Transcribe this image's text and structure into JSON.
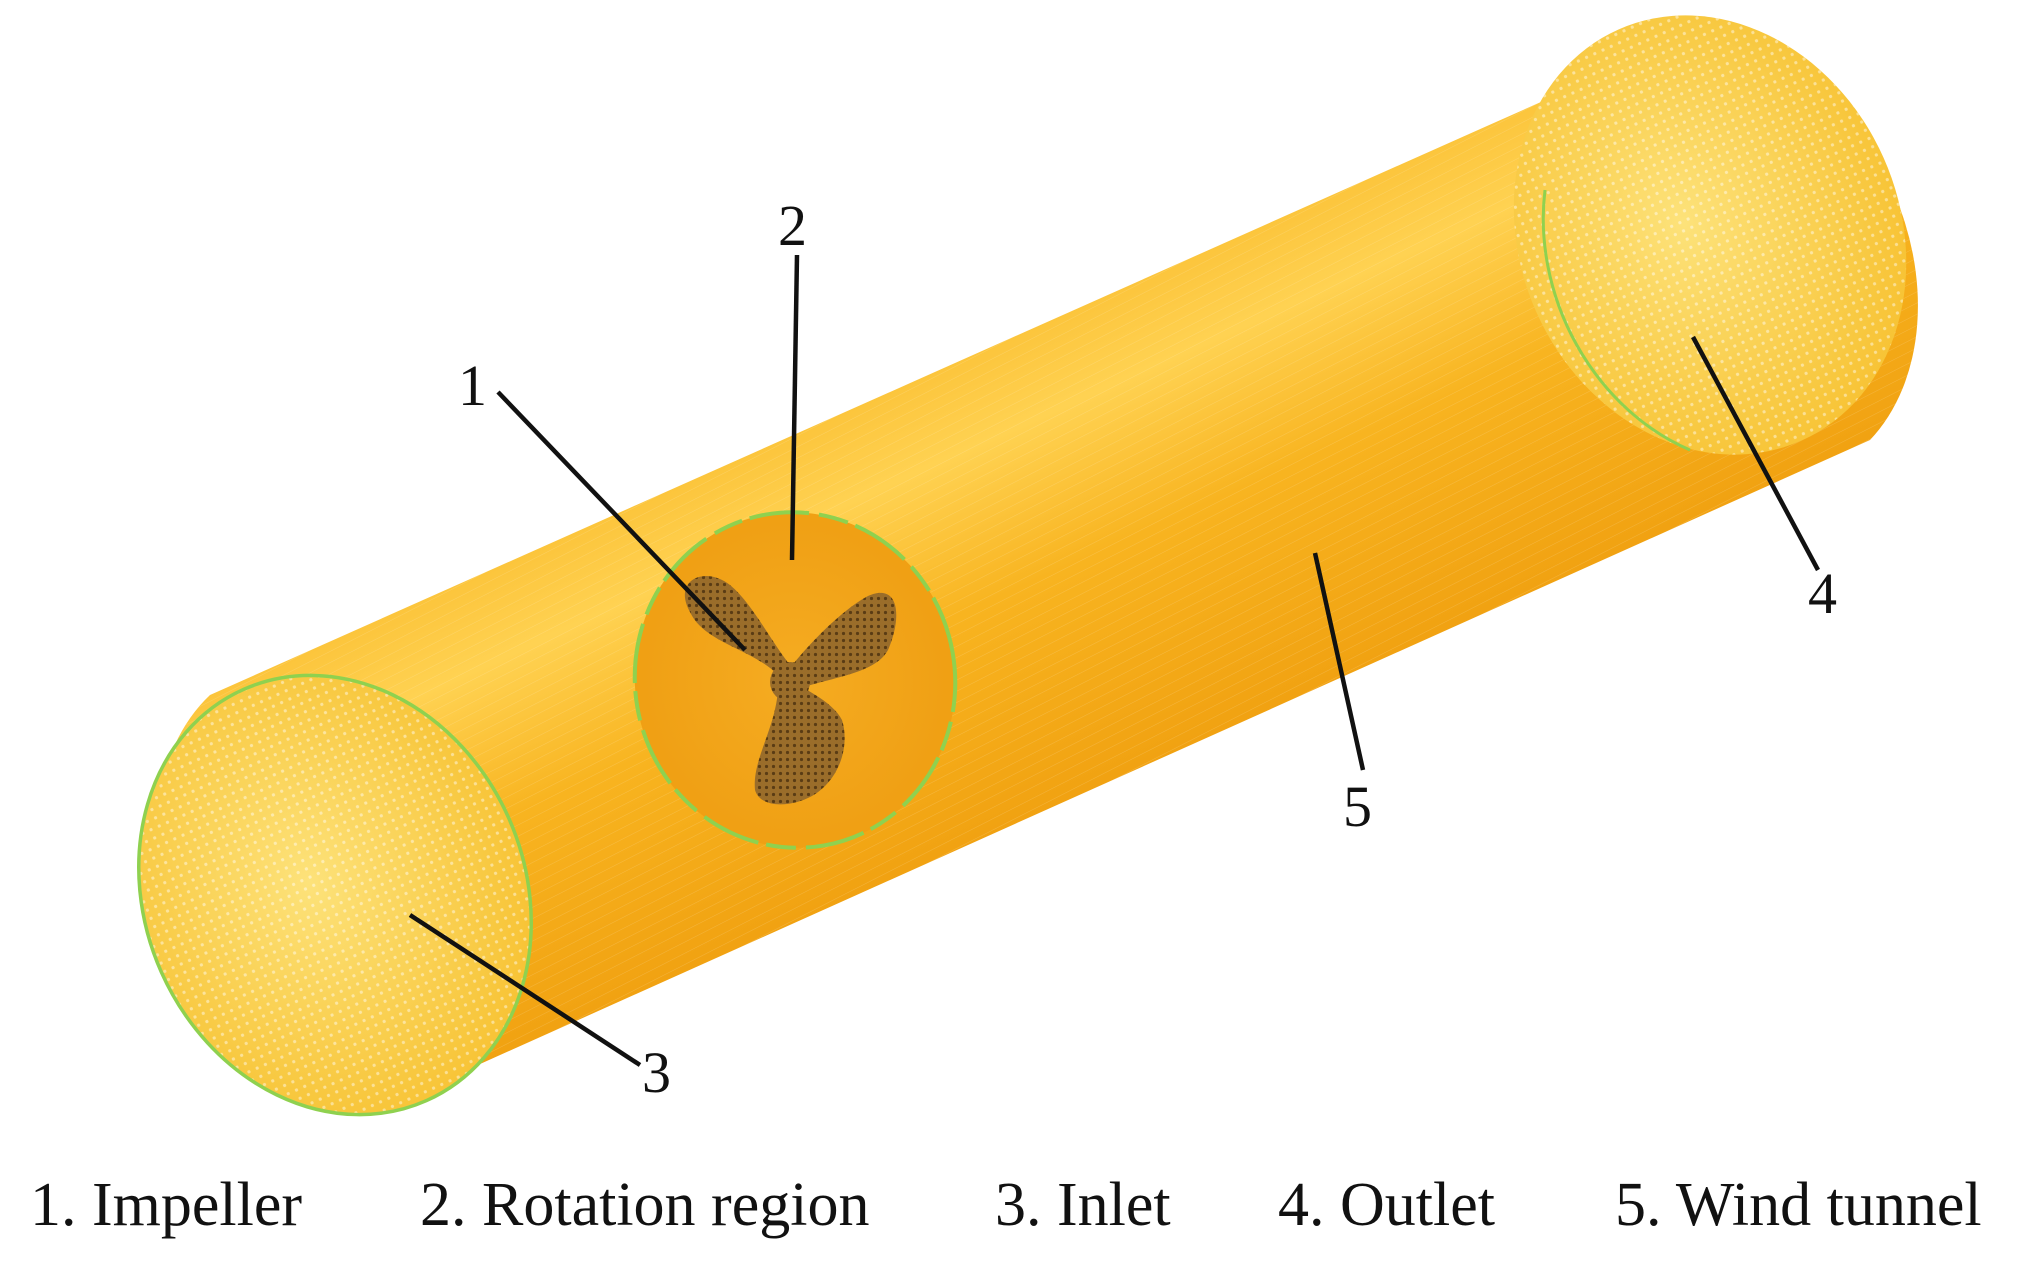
{
  "callouts": {
    "impeller": "1",
    "rotation_region": "2",
    "inlet": "3",
    "outlet": "4",
    "wind_tunnel": "5"
  },
  "legend": {
    "item1": "1. Impeller",
    "item2": "2. Rotation region",
    "item3": "3. Inlet",
    "item4": "4. Outlet",
    "item5": "5. Wind tunnel"
  },
  "colors": {
    "tunnel_body": "#f5a714",
    "tunnel_highlight": "#ffd75a",
    "end_cap_fill": "#fcd24a",
    "mesh_edge": "#8fd14f",
    "rotation_disc": "#f0a41a",
    "impeller_mesh": "#8a6226",
    "leader_line": "#111111"
  }
}
